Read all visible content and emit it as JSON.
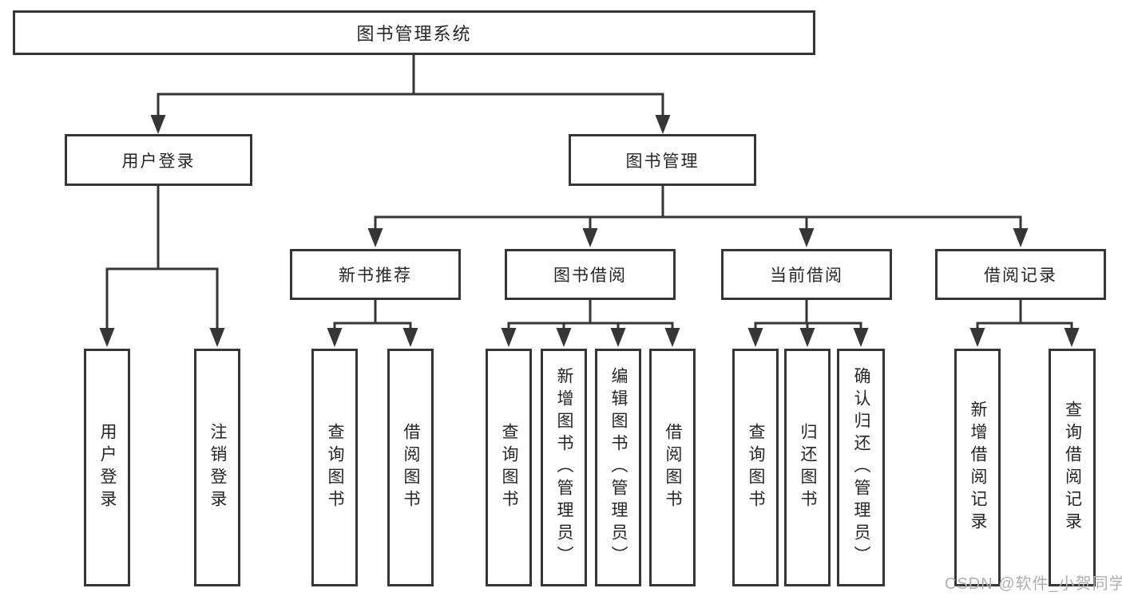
{
  "colors": {
    "line": "#363636",
    "text": "#262626",
    "box_fill": "#ffffff",
    "watermark": "#b3adad",
    "background": "#ffffff"
  },
  "root": {
    "label": "图书管理系统"
  },
  "branches": [
    {
      "label": "用户登录",
      "children": [
        {
          "label": "用户登录"
        },
        {
          "label": "注销登录"
        }
      ]
    },
    {
      "label": "图书管理",
      "children": [
        {
          "label": "新书推荐",
          "children": [
            {
              "label": "查询图书"
            },
            {
              "label": "借阅图书"
            }
          ]
        },
        {
          "label": "图书借阅",
          "children": [
            {
              "label": "查询图书"
            },
            {
              "label": "新增图书（管理员）"
            },
            {
              "label": "编辑图书（管理员）"
            },
            {
              "label": "借阅图书"
            }
          ]
        },
        {
          "label": "当前借阅",
          "children": [
            {
              "label": "查询图书"
            },
            {
              "label": "归还图书"
            },
            {
              "label": "确认归还（管理员）"
            }
          ]
        },
        {
          "label": "借阅记录",
          "children": [
            {
              "label": "新增借阅记录"
            },
            {
              "label": "查询借阅记录"
            }
          ]
        }
      ]
    }
  ],
  "watermark": {
    "text": "CSDN @软件_小贺同学"
  }
}
